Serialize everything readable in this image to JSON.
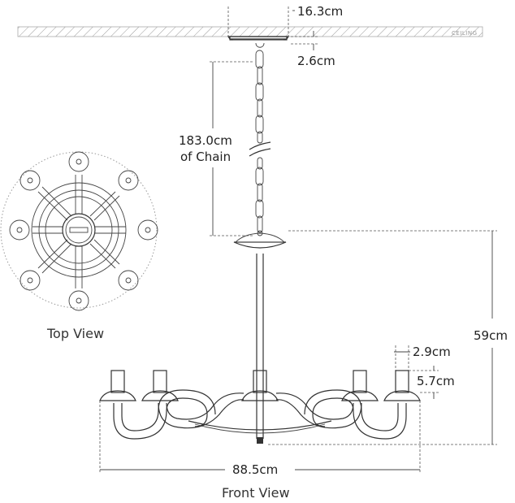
{
  "dimensions": {
    "canopy_width": "16.3cm",
    "canopy_height": "2.6cm",
    "chain_length_line1": "183.0cm",
    "chain_length_line2": "of Chain",
    "fixture_height": "59cm",
    "cup_height": "2.9cm",
    "candle_height": "5.7cm",
    "fixture_width": "88.5cm"
  },
  "labels": {
    "ceiling": "CEILING",
    "top_view": "Top View",
    "front_view": "Front View"
  }
}
